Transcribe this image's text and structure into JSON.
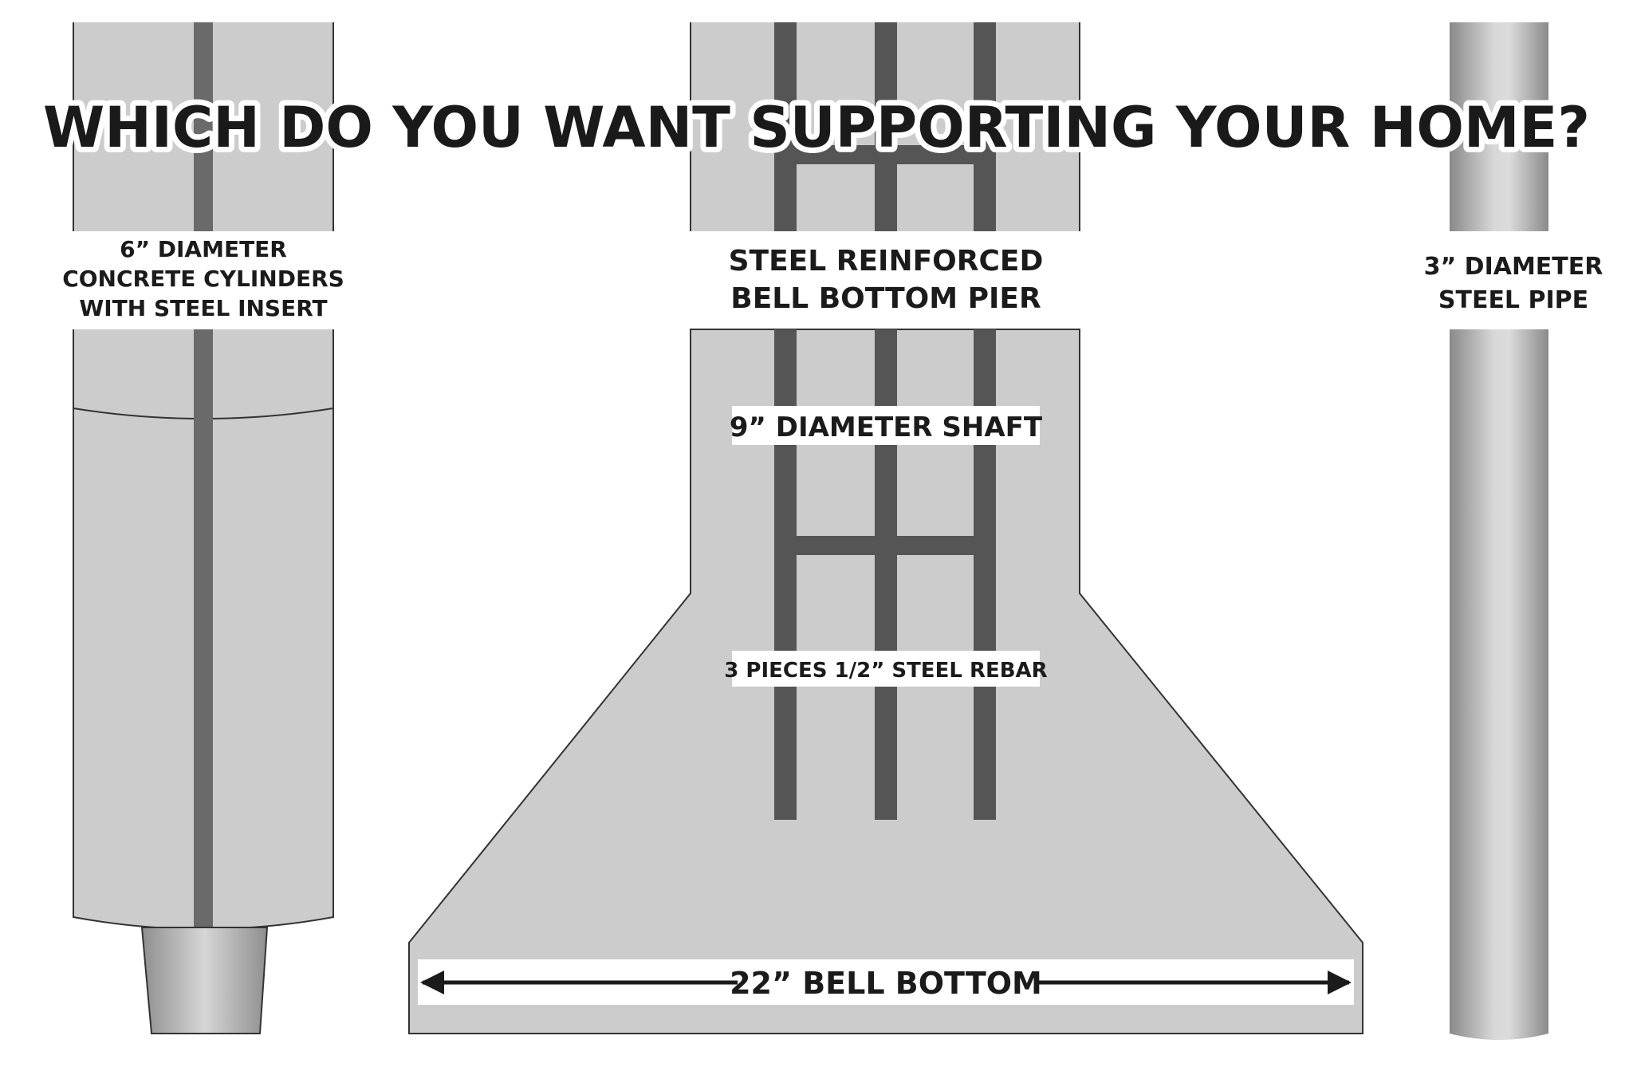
{
  "headline": "WHICH DO YOU WANT SUPPORTING YOUR HOME?",
  "left_column": {
    "label_line1": "6” DIAMETER",
    "label_line2": "CONCRETE CYLINDERS",
    "label_line3": "WITH STEEL INSERT"
  },
  "center_column": {
    "label_line1": "STEEL REINFORCED",
    "label_line2": "BELL BOTTOM PIER",
    "shaft_label": "9” DIAMETER SHAFT",
    "rebar_label": "3 PIECES 1/2” STEEL REBAR",
    "bell_label": "22” BELL BOTTOM"
  },
  "right_column": {
    "label_line1": "3” DIAMETER",
    "label_line2": "STEEL PIPE"
  },
  "colors": {
    "concrete": "#cccccc",
    "outline": "#333333",
    "rebar": "#555555",
    "steel_dark": "#8a8a8a",
    "steel_light": "#dcdcdc",
    "text": "#1b1b1b"
  }
}
